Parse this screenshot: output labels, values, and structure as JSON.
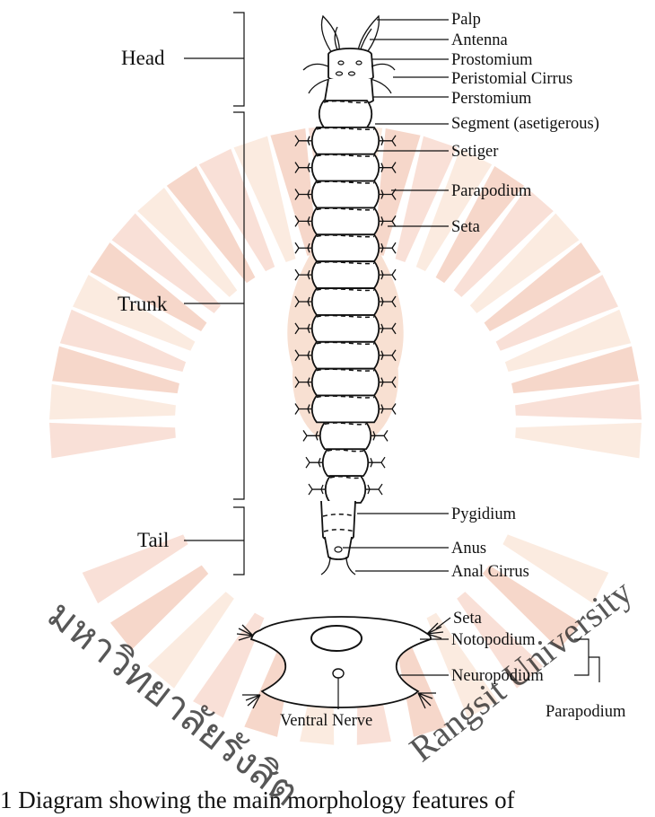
{
  "regions": {
    "head": "Head",
    "trunk": "Trunk",
    "tail": "Tail"
  },
  "labels": {
    "palp": "Palp",
    "antenna": "Antenna",
    "prostomium": "Prostomium",
    "peristomial_cirrus": "Peristomial Cirrus",
    "perstomium": "Perstomium",
    "segment": "Segment (asetigerous)",
    "setiger": "Setiger",
    "parapodium": "Parapodium",
    "seta": "Seta",
    "pygidium": "Pygidium",
    "anus": "Anus",
    "anal_cirrus": "Anal Cirrus"
  },
  "cross_section": {
    "seta": "Seta",
    "notopodium": "Notopodium",
    "neuropodium": "Neuropodium",
    "parapodium": "Parapodium",
    "ventral_nerve": "Ventral Nerve"
  },
  "watermark": {
    "thai_text": "มหาวิทยาลัยรังสิต",
    "latin_text": "Rangsit University",
    "colors": [
      "#f5c8b8",
      "#f8dcc8",
      "#f0b8a0"
    ]
  },
  "caption_fragment": "1 Diagram showing the main morphology features of"
}
